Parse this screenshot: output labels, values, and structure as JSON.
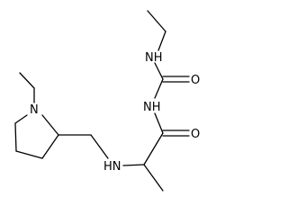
{
  "molecule": {
    "atom_labels": {
      "n_ring": "N",
      "nh_amine": "HN",
      "nh_imide": "NH",
      "nh_urea": "NH",
      "o_amide": "O",
      "o_urea": "O"
    },
    "bond_color": "#000000",
    "background": "#ffffff"
  }
}
